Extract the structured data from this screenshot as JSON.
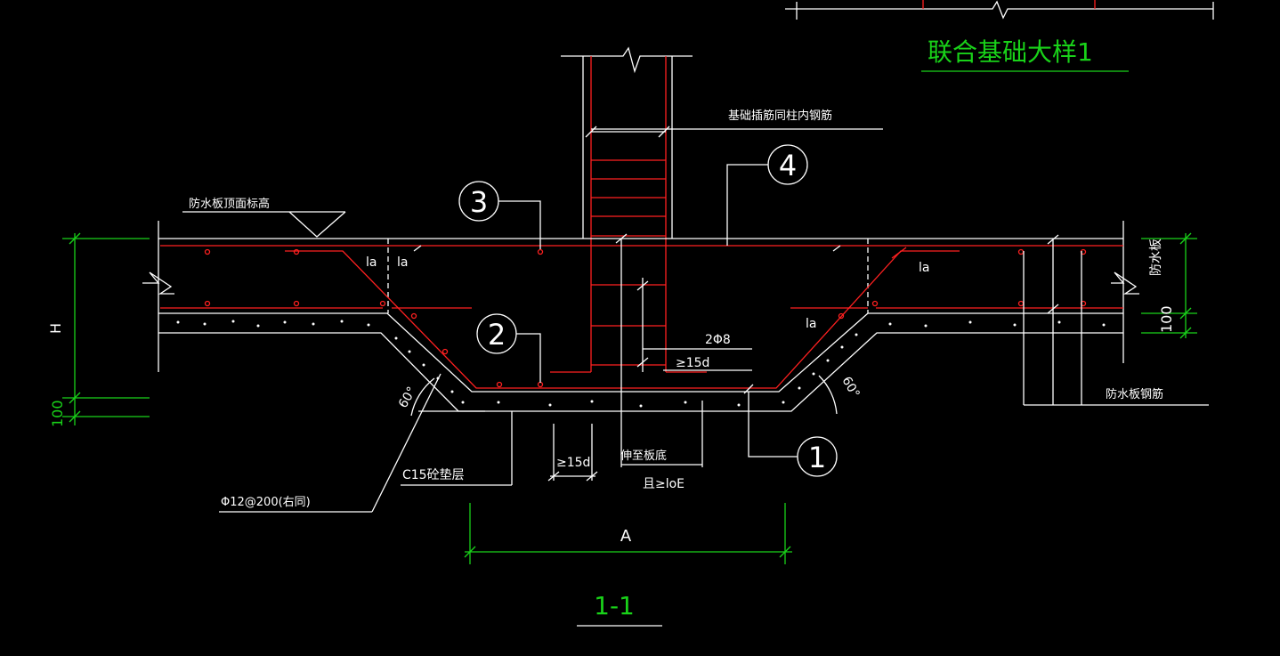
{
  "title": "联合基础大样1",
  "section_label": "1-1",
  "labels": {
    "rebar_note": "基础插筋同柱内钢筋",
    "slab_top": "防水板顶面标高",
    "waterproof_slab": "防水板",
    "waterproof_rebar": "防水板钢筋",
    "la": "la",
    "bar_2phi8": "2Φ8",
    "ge15d": "≥15d",
    "to_bottom": "伸至板底",
    "and_loe": "且≥loE",
    "cushion": "C15砼垫层",
    "phi12": "Φ12@200(右同)",
    "angle": "60°"
  },
  "dimensions": {
    "H": "H",
    "A": "A",
    "d100": "100"
  },
  "callouts": [
    "1",
    "2",
    "3",
    "4"
  ],
  "colors": {
    "background": "#000000",
    "lines": "#ffffff",
    "rebar": "#ff2020",
    "dimension": "#19d219"
  }
}
